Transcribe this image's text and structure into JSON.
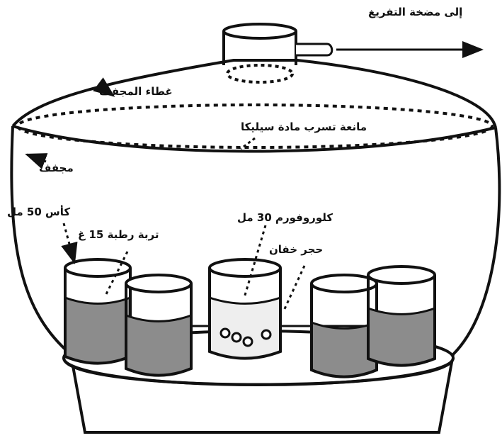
{
  "labels": {
    "vacuum_pump": "إلى مضخة التفريغ",
    "lid": "غطاء المجفف",
    "silica_gasket": "مانعة تسرب مادة سيليكا",
    "desiccator": "مجفف",
    "beaker": "كأس 50 مل",
    "soil": "تربة رطبة 15 غ",
    "chloroform": "كلوروفورم 30 مل",
    "pumice": "حجر خفان"
  },
  "colors": {
    "ink": "#111111",
    "soil_fill": "#8c8c8c",
    "chloroform_fill": "#eeeeee",
    "background": "#ffffff"
  }
}
